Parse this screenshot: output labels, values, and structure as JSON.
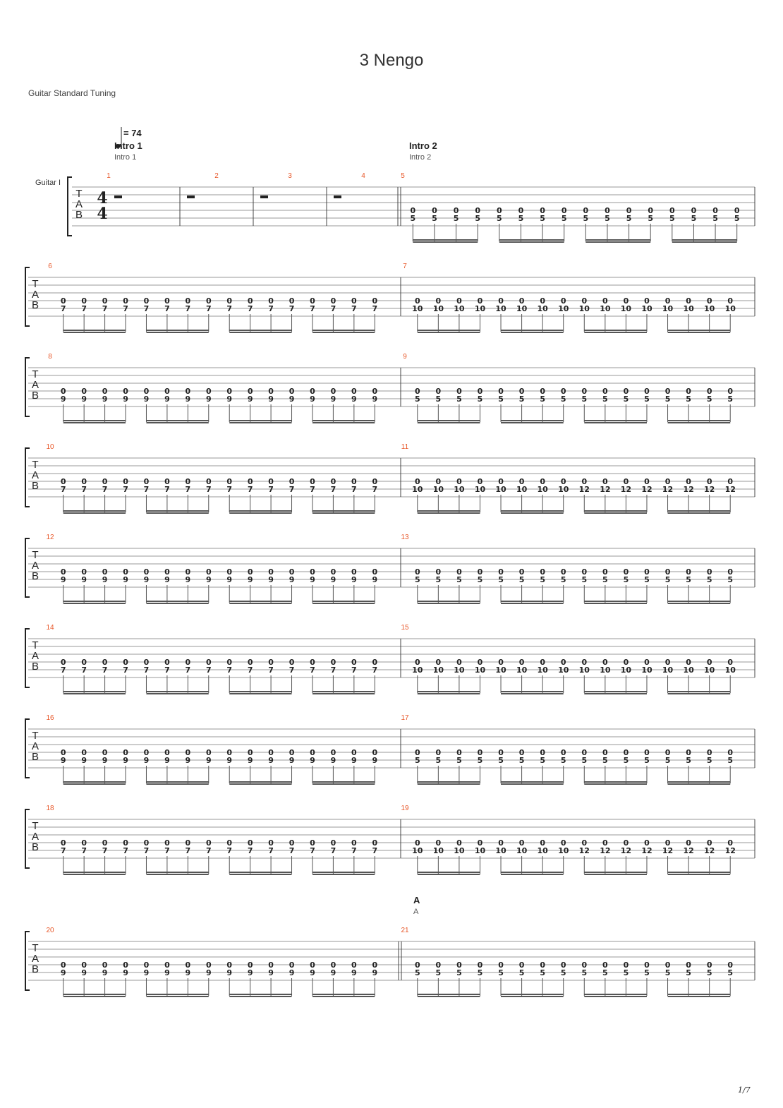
{
  "title": "3 Nengo",
  "tuning": "Guitar Standard Tuning",
  "page_number": "1/7",
  "tempo": "= 74",
  "instrument_label": "Guitar I",
  "time_signature": {
    "top": "4",
    "bottom": "4"
  },
  "tab_letters": [
    "T",
    "A",
    "B"
  ],
  "sections": [
    {
      "measure": 1,
      "title": "Intro 1",
      "subtitle": "Intro 1"
    },
    {
      "measure": 5,
      "title": "Intro 2",
      "subtitle": "Intro 2"
    },
    {
      "measure": 21,
      "title": "A",
      "subtitle": "A"
    }
  ],
  "systems": [
    {
      "measures": [
        {
          "number": "1",
          "rest": true
        },
        {
          "number": "2",
          "rest": true
        },
        {
          "number": "3",
          "rest": true
        },
        {
          "number": "4",
          "rest": true
        },
        {
          "number": "5",
          "top": "0",
          "bottom": "5"
        }
      ]
    },
    {
      "measures": [
        {
          "number": "6",
          "top": "0",
          "bottom": "7"
        },
        {
          "number": "7",
          "top": "0",
          "bottom": "10"
        }
      ]
    },
    {
      "measures": [
        {
          "number": "8",
          "top": "0",
          "bottom": "9"
        },
        {
          "number": "9",
          "top": "0",
          "bottom": "5"
        }
      ]
    },
    {
      "measures": [
        {
          "number": "10",
          "top": "0",
          "bottom": "7"
        },
        {
          "number": "11",
          "top": "0",
          "bottom": [
            "10",
            "10",
            "10",
            "10",
            "10",
            "10",
            "10",
            "10",
            "12",
            "12",
            "12",
            "12",
            "12",
            "12",
            "12",
            "12"
          ]
        }
      ]
    },
    {
      "measures": [
        {
          "number": "12",
          "top": "0",
          "bottom": "9"
        },
        {
          "number": "13",
          "top": "0",
          "bottom": "5"
        }
      ]
    },
    {
      "measures": [
        {
          "number": "14",
          "top": "0",
          "bottom": "7"
        },
        {
          "number": "15",
          "top": "0",
          "bottom": "10"
        }
      ]
    },
    {
      "measures": [
        {
          "number": "16",
          "top": "0",
          "bottom": "9"
        },
        {
          "number": "17",
          "top": "0",
          "bottom": "5"
        }
      ]
    },
    {
      "measures": [
        {
          "number": "18",
          "top": "0",
          "bottom": "7"
        },
        {
          "number": "19",
          "top": "0",
          "bottom": [
            "10",
            "10",
            "10",
            "10",
            "10",
            "10",
            "10",
            "10",
            "12",
            "12",
            "12",
            "12",
            "12",
            "12",
            "12",
            "12"
          ]
        }
      ]
    },
    {
      "measures": [
        {
          "number": "20",
          "top": "0",
          "bottom": "9"
        },
        {
          "number": "21",
          "top": "0",
          "bottom": "5"
        }
      ]
    }
  ]
}
